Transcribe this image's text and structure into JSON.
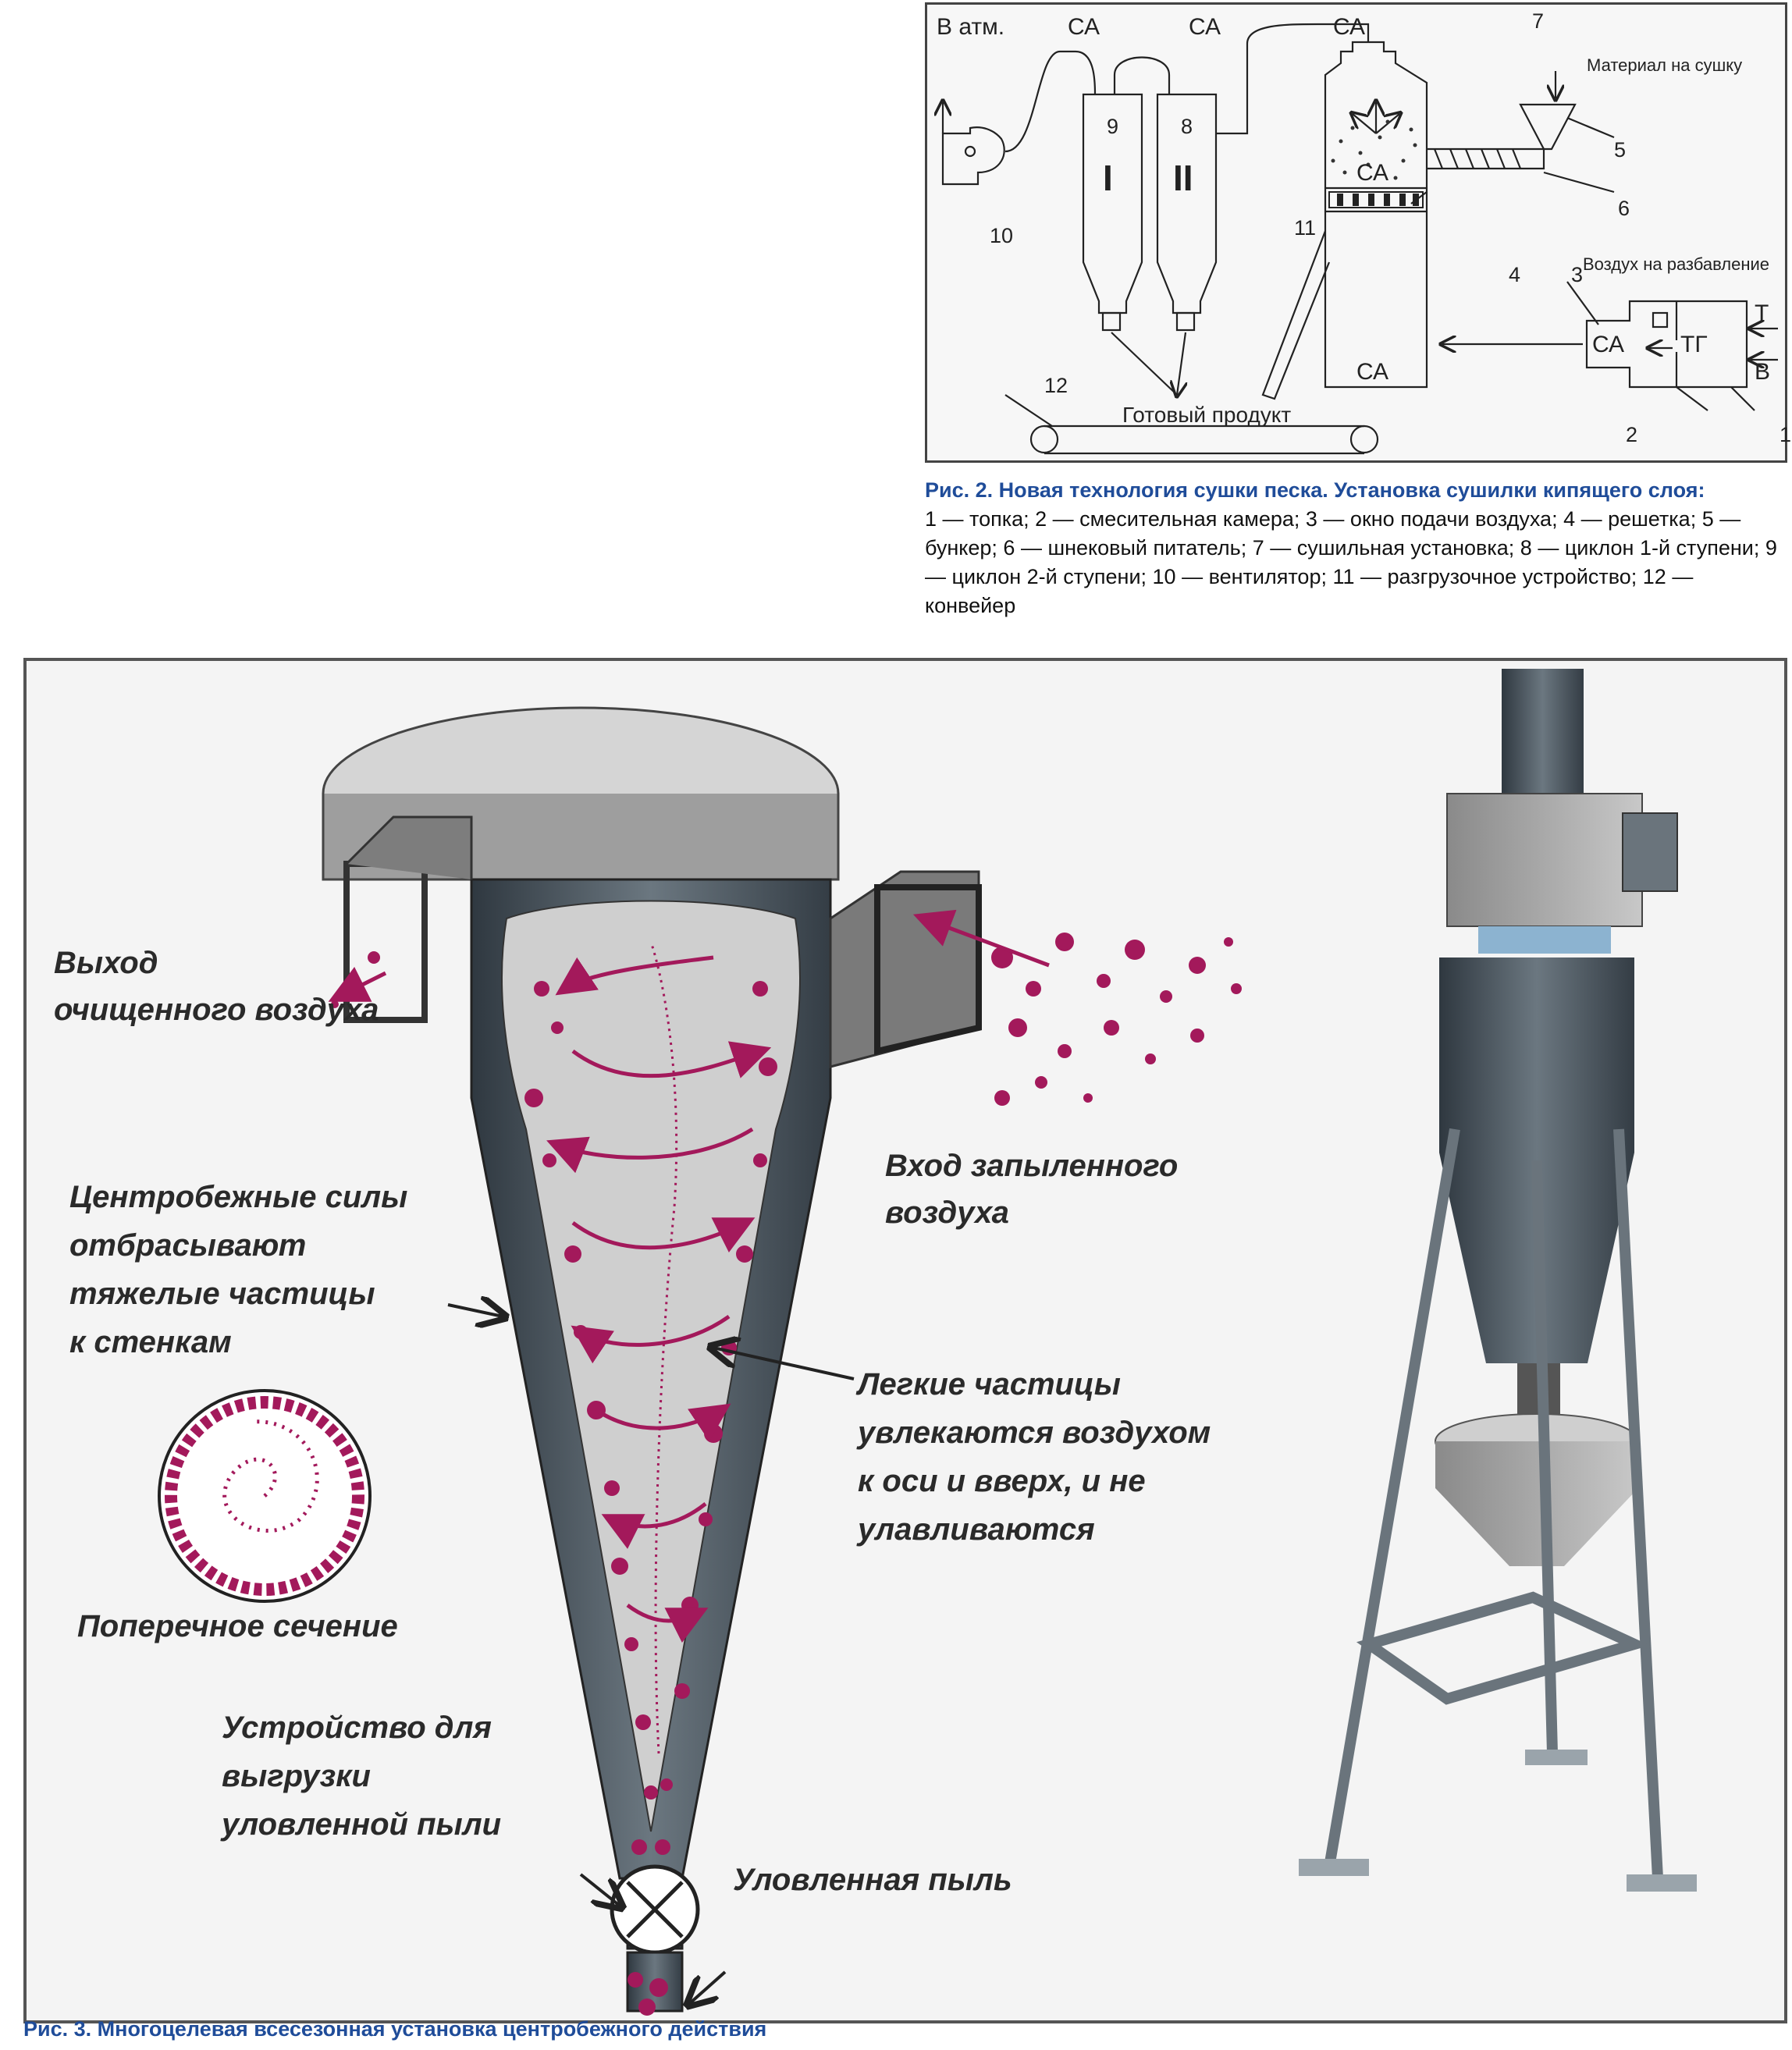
{
  "fig2": {
    "labels": {
      "to_atm": "В атм.",
      "ca": "СА",
      "tg": "ТГ",
      "t": "Т",
      "v": "В",
      "material": "Материал на сушку",
      "dilution_air": "Воздух на разбавление",
      "product": "Готовый продукт",
      "stage1": "I",
      "stage2": "II"
    },
    "numbers": [
      "1",
      "2",
      "3",
      "4",
      "5",
      "6",
      "7",
      "8",
      "9",
      "10",
      "11",
      "12"
    ],
    "caption_title": "Рис. 2. Новая технология сушки песка. Установка сушилки кипящего слоя:",
    "caption_body": "1 — топка; 2 — смесительная камера; 3 — окно подачи воздуха; 4 — решетка; 5 — бункер; 6 — шнековый питатель; 7 — сушильная установка; 8 — циклон 1-й ступени; 9 — циклон 2-й ступени; 10 — вентилятор; 11 — разгрузочное устройство; 12 — конвейер"
  },
  "fig3": {
    "labels": {
      "exit_line1": "Выход",
      "exit_line2": "очищенного воздуха",
      "inlet_line1": "Вход запыленного",
      "inlet_line2": "воздуха",
      "centrifugal": [
        "Центробежные силы",
        "отбрасывают",
        "тяжелые частицы",
        "к стенкам"
      ],
      "light": [
        "Легкие частицы",
        "увлекаются воздухом",
        "к оси и вверх, и не",
        "улавливаются"
      ],
      "cross_section": "Поперечное сечение",
      "unloader": [
        "Устройство для",
        "выгрузки",
        "уловленной пыли"
      ],
      "caught_dust": "Уловленная пыль"
    },
    "caption": "Рис. 3. Многоцелевая всесезонная установка центробежного действия"
  },
  "colors": {
    "particle": "#a3195b",
    "caption_blue": "#1f4c99",
    "steel": "#5c6770"
  }
}
